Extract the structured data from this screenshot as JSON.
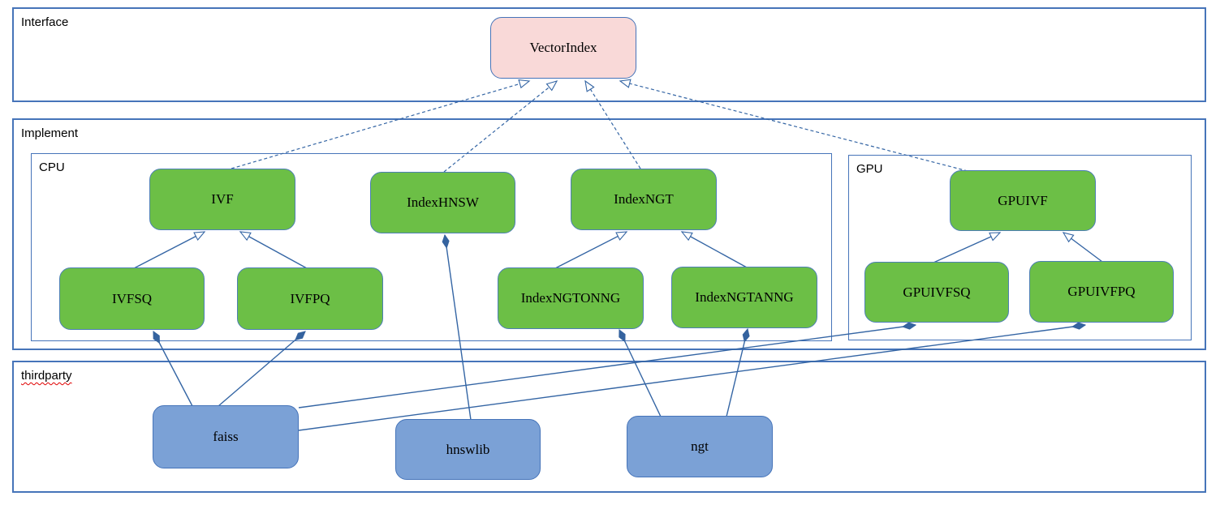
{
  "diagram": {
    "containers": [
      {
        "id": "interface",
        "label": "Interface"
      },
      {
        "id": "implement",
        "label": "Implement"
      },
      {
        "id": "cpu",
        "label": "CPU"
      },
      {
        "id": "gpu",
        "label": "GPU"
      },
      {
        "id": "thirdparty",
        "label": "thirdparty",
        "spellcheck_underline": true
      }
    ],
    "nodes": [
      {
        "id": "vectorindex",
        "label": "VectorIndex",
        "kind": "interface",
        "container": "interface"
      },
      {
        "id": "ivf",
        "label": "IVF",
        "kind": "class",
        "container": "cpu"
      },
      {
        "id": "indexhnsw",
        "label": "IndexHNSW",
        "kind": "class",
        "container": "cpu"
      },
      {
        "id": "indexngt",
        "label": "IndexNGT",
        "kind": "class",
        "container": "cpu"
      },
      {
        "id": "ivfsq",
        "label": "IVFSQ",
        "kind": "class",
        "container": "cpu"
      },
      {
        "id": "ivfpq",
        "label": "IVFPQ",
        "kind": "class",
        "container": "cpu"
      },
      {
        "id": "indexngtonng",
        "label": "IndexNGTONNG",
        "kind": "class",
        "container": "cpu"
      },
      {
        "id": "indexngtanng",
        "label": "IndexNGTANNG",
        "kind": "class",
        "container": "cpu"
      },
      {
        "id": "gpuivf",
        "label": "GPUIVF",
        "kind": "class",
        "container": "gpu"
      },
      {
        "id": "gpuivfsq",
        "label": "GPUIVFSQ",
        "kind": "class",
        "container": "gpu"
      },
      {
        "id": "gpuivfpq",
        "label": "GPUIVFPQ",
        "kind": "class",
        "container": "gpu"
      },
      {
        "id": "faiss",
        "label": "faiss",
        "kind": "library",
        "container": "thirdparty"
      },
      {
        "id": "hnswlib",
        "label": "hnswlib",
        "kind": "library",
        "container": "thirdparty"
      },
      {
        "id": "ngt",
        "label": "ngt",
        "kind": "library",
        "container": "thirdparty"
      }
    ],
    "edges": [
      {
        "from": "ivf",
        "to": "vectorindex",
        "type": "realization"
      },
      {
        "from": "indexhnsw",
        "to": "vectorindex",
        "type": "realization"
      },
      {
        "from": "indexngt",
        "to": "vectorindex",
        "type": "realization"
      },
      {
        "from": "gpuivf",
        "to": "vectorindex",
        "type": "realization"
      },
      {
        "from": "ivfsq",
        "to": "ivf",
        "type": "generalization"
      },
      {
        "from": "ivfpq",
        "to": "ivf",
        "type": "generalization"
      },
      {
        "from": "indexngtonng",
        "to": "indexngt",
        "type": "generalization"
      },
      {
        "from": "indexngtanng",
        "to": "indexngt",
        "type": "generalization"
      },
      {
        "from": "gpuivfsq",
        "to": "gpuivf",
        "type": "generalization"
      },
      {
        "from": "gpuivfpq",
        "to": "gpuivf",
        "type": "generalization"
      },
      {
        "from": "faiss",
        "to": "ivfsq",
        "type": "composition"
      },
      {
        "from": "faiss",
        "to": "ivfpq",
        "type": "composition"
      },
      {
        "from": "faiss",
        "to": "gpuivfsq",
        "type": "composition"
      },
      {
        "from": "faiss",
        "to": "gpuivfpq",
        "type": "composition"
      },
      {
        "from": "hnswlib",
        "to": "indexhnsw",
        "type": "composition"
      },
      {
        "from": "ngt",
        "to": "indexngtonng",
        "type": "composition"
      },
      {
        "from": "ngt",
        "to": "indexngtanng",
        "type": "composition"
      }
    ],
    "colors": {
      "container_border": "#4674b9",
      "interface_fill": "#f9d9d8",
      "class_fill": "#6cbf46",
      "library_fill": "#7ba1d6",
      "node_border": "#4d7fb5",
      "edge": "#3465a4",
      "spellcheck_underline": "#e00000"
    }
  }
}
